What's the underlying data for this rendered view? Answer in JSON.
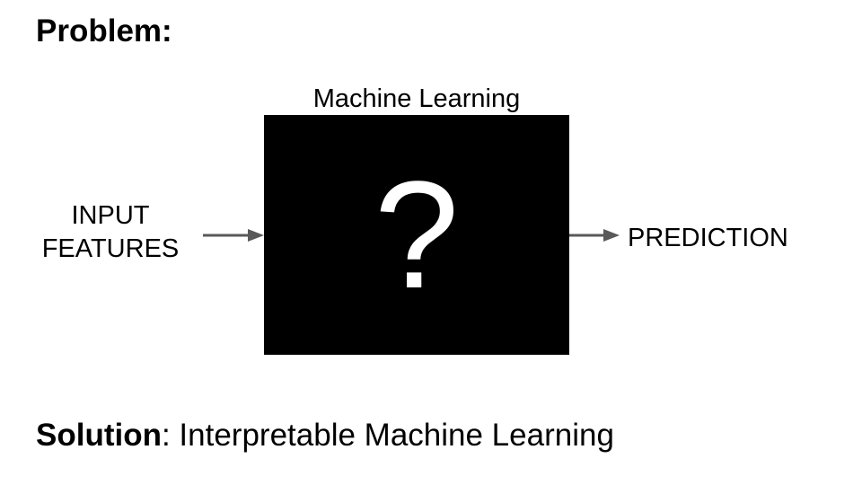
{
  "problem": {
    "label": "Problem:"
  },
  "model_box": {
    "label": "Machine Learning",
    "symbol": "?"
  },
  "input": {
    "line1": "INPUT",
    "line2": "FEATURES"
  },
  "output": {
    "label": "PREDICTION"
  },
  "solution": {
    "label": "Solution",
    "separator": ":",
    "text": " Interpretable Machine Learning"
  },
  "colors": {
    "box": "#000000",
    "symbol": "#ffffff",
    "arrow": "#595959",
    "text": "#000000"
  },
  "icons": {
    "input_arrow": "arrow-right-icon",
    "output_arrow": "arrow-right-icon"
  }
}
